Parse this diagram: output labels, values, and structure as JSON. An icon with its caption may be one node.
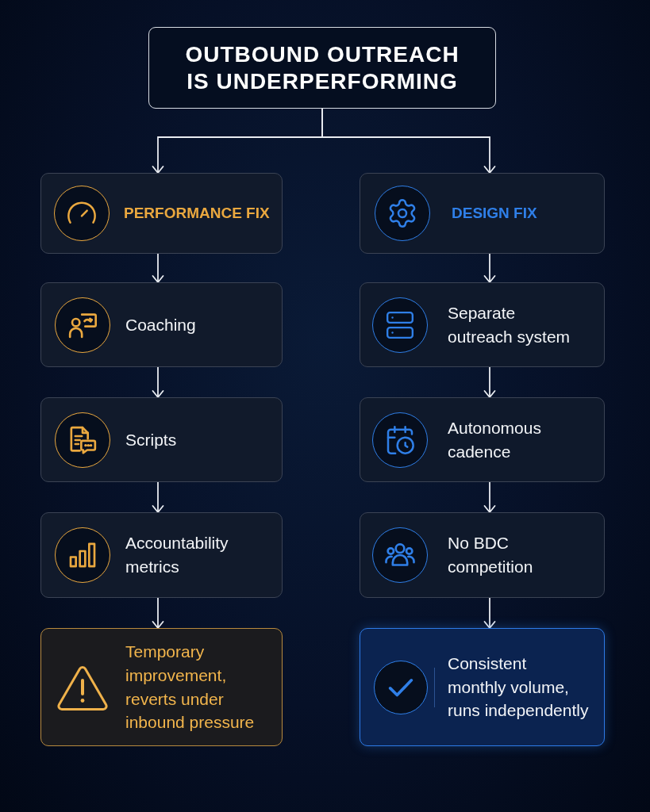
{
  "diagram": {
    "nodes": [
      {
        "text": [
          "OUTBOUND OUTREACH IS UNDERPERFORMING"
        ]
      },
      {
        "text": [
          "PERFORMANCE FIX"
        ]
      },
      {
        "text": [
          "DESIGN FIX"
        ]
      },
      {
        "text": [
          "Coaching"
        ]
      },
      {
        "text": [
          "Separate outreach system"
        ]
      },
      {
        "text": [
          "Scripts"
        ]
      },
      {
        "text": [
          "Autonomous cadence"
        ]
      },
      {
        "text": [
          "Accountability metrics"
        ]
      },
      {
        "text": [
          "No BDC competition"
        ]
      },
      {
        "text": [
          "Temporary improvement, reverts under inbound pressure"
        ]
      },
      {
        "text": [
          "Consistent monthly volume, runs independently"
        ]
      }
    ],
    "edges": [
      {
        "from": 0,
        "to": 1,
        "arrow": "to"
      },
      {
        "from": 0,
        "to": 2,
        "arrow": "to"
      },
      {
        "from": 1,
        "to": 3,
        "arrow": "to"
      },
      {
        "from": 3,
        "to": 5,
        "arrow": "to"
      },
      {
        "from": 5,
        "to": 7,
        "arrow": "to"
      },
      {
        "from": 7,
        "to": 9,
        "arrow": "to"
      },
      {
        "from": 2,
        "to": 4,
        "arrow": "to"
      },
      {
        "from": 4,
        "to": 6,
        "arrow": "to"
      },
      {
        "from": 6,
        "to": 8,
        "arrow": "to"
      },
      {
        "from": 8,
        "to": 10,
        "arrow": "to"
      }
    ]
  }
}
